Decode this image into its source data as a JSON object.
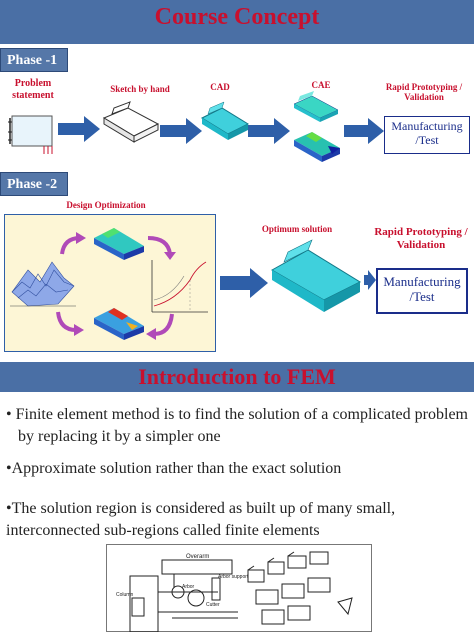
{
  "slide1": {
    "title": "Course Concept",
    "phase1": {
      "label": "Phase -1",
      "problem": "Problem statement",
      "sketch": "Sketch by hand",
      "cad": "CAD",
      "cae": "CAE",
      "rapid": "Rapid Prototyping / Validation",
      "box": "Manufacturing /Test"
    },
    "phase2": {
      "label": "Phase -2",
      "design": "Design Optimization",
      "optimum": "Optimum solution",
      "rapid": "Rapid Prototyping / Validation",
      "box": "Manufacturing /Test"
    }
  },
  "slide2": {
    "title": "Introduction to FEM",
    "bullets": [
      "Finite element method is to find the solution of a complicated problem by replacing it by a simpler one",
      "Approximate solution rather than the exact solution",
      "The solution region is considered as built up of many small, interconnected sub-regions called finite elements"
    ],
    "figure": {
      "labels": [
        "Overarm",
        "Arbor support",
        "Arbor",
        "Column",
        "Cutter"
      ]
    }
  },
  "colors": {
    "band": "#4a6fa5",
    "title_red": "#c8102e",
    "label_red": "#c8102e",
    "box_blue": "#1a2d8a",
    "arrow_blue": "#2e5fa8",
    "cad_cyan": "#1fb8c8"
  }
}
